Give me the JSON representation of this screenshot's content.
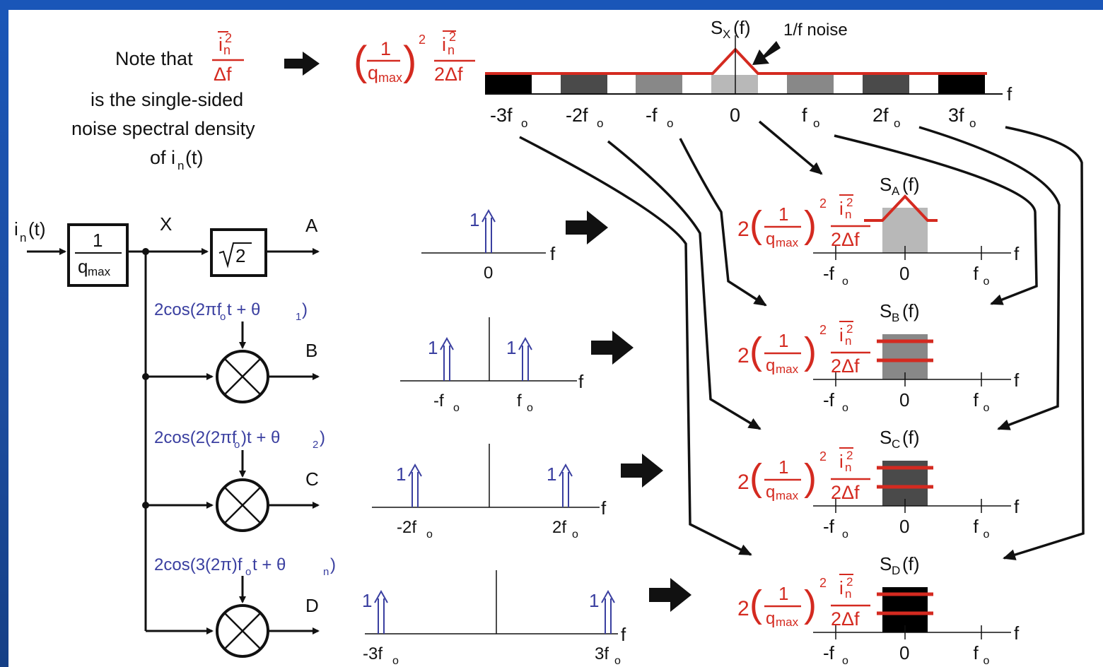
{
  "note": {
    "prefix": "Note that",
    "line2": "is the single-sided",
    "line3": "noise spectral density",
    "line4_prefix": "of i",
    "line4_sub": "n",
    "line4_suffix": "(t)",
    "frac_num": "i",
    "frac_num_sup": "2",
    "frac_num_sub": "n",
    "frac_den": "Δf"
  },
  "spectrum_x": {
    "title": "S",
    "title_sub": "X",
    "title_suffix": "(f)",
    "annotation": "1/f noise",
    "axis_f": "f",
    "ticks": [
      "-3f",
      "-2f",
      "-f",
      "0",
      "f",
      "2f",
      "3f"
    ],
    "tick_sub": "o",
    "band_colors": [
      "#000000",
      "#4a4a4a",
      "#888888",
      "#b8b8b8",
      "#888888",
      "#4a4a4a",
      "#000000"
    ],
    "level": {
      "paren_num": "1",
      "paren_den": "q",
      "paren_den_sub": "max",
      "exp": "2",
      "num": "i",
      "num_sup": "2",
      "num_sub": "n",
      "den": "2Δf"
    }
  },
  "block": {
    "input": "i",
    "input_sub": "n",
    "input_suffix": "(t)",
    "gain_num": "1",
    "gain_den": "q",
    "gain_den_sub": "max",
    "node_x": "X",
    "sqrt_label": "2",
    "out_a": "A",
    "out_b": "B",
    "out_c": "C",
    "out_d": "D",
    "lo_b": "2cos(2πf",
    "lo_b_sub": "o",
    "lo_b_rest": "t + θ",
    "lo_b_sub2": "1",
    "lo_b_end": ")",
    "lo_c": "2cos(2(2πf",
    "lo_c_sub": "o",
    "lo_c_rest": ")t + θ",
    "lo_c_sub2": "2",
    "lo_c_end": ")",
    "lo_d": "2cos(3(2π)f",
    "lo_d_sub": "o",
    "lo_d_rest": "t + θ",
    "lo_d_sub2": "n",
    "lo_d_end": ")"
  },
  "impulses": [
    {
      "labels": [
        "0"
      ],
      "subs": [
        ""
      ],
      "amp": "1",
      "axis": "f"
    },
    {
      "labels": [
        "-f",
        "f"
      ],
      "subs": [
        "o",
        "o"
      ],
      "amp": "1",
      "axis": "f"
    },
    {
      "labels": [
        "-2f",
        "2f"
      ],
      "subs": [
        "o",
        "o"
      ],
      "amp": "1",
      "axis": "f"
    },
    {
      "labels": [
        "-3f",
        "3f"
      ],
      "subs": [
        "o",
        "o"
      ],
      "amp": "1",
      "axis": "f"
    }
  ],
  "out_spectra": [
    {
      "title": "S",
      "sub": "A",
      "suffix": "(f)",
      "fill": "#b8b8b8",
      "scale": "2",
      "ticks": [
        "-f",
        "0",
        "f"
      ],
      "tick_sub": "o",
      "axis": "f"
    },
    {
      "title": "S",
      "sub": "B",
      "suffix": "(f)",
      "fill": "#888888",
      "scale": "2",
      "ticks": [
        "-f",
        "0",
        "f"
      ],
      "tick_sub": "o",
      "axis": "f"
    },
    {
      "title": "S",
      "sub": "C",
      "suffix": "(f)",
      "fill": "#4a4a4a",
      "scale": "2",
      "ticks": [
        "-f",
        "0",
        "f"
      ],
      "tick_sub": "o",
      "axis": "f"
    },
    {
      "title": "S",
      "sub": "D",
      "suffix": "(f)",
      "fill": "#000000",
      "scale": "2",
      "ticks": [
        "-f",
        "0",
        "f"
      ],
      "tick_sub": "o",
      "axis": "f"
    }
  ],
  "colors": {
    "red": "#d42a20",
    "blue": "#3a3fa0",
    "black": "#111111",
    "frame_blue": "#1c4c9e"
  }
}
